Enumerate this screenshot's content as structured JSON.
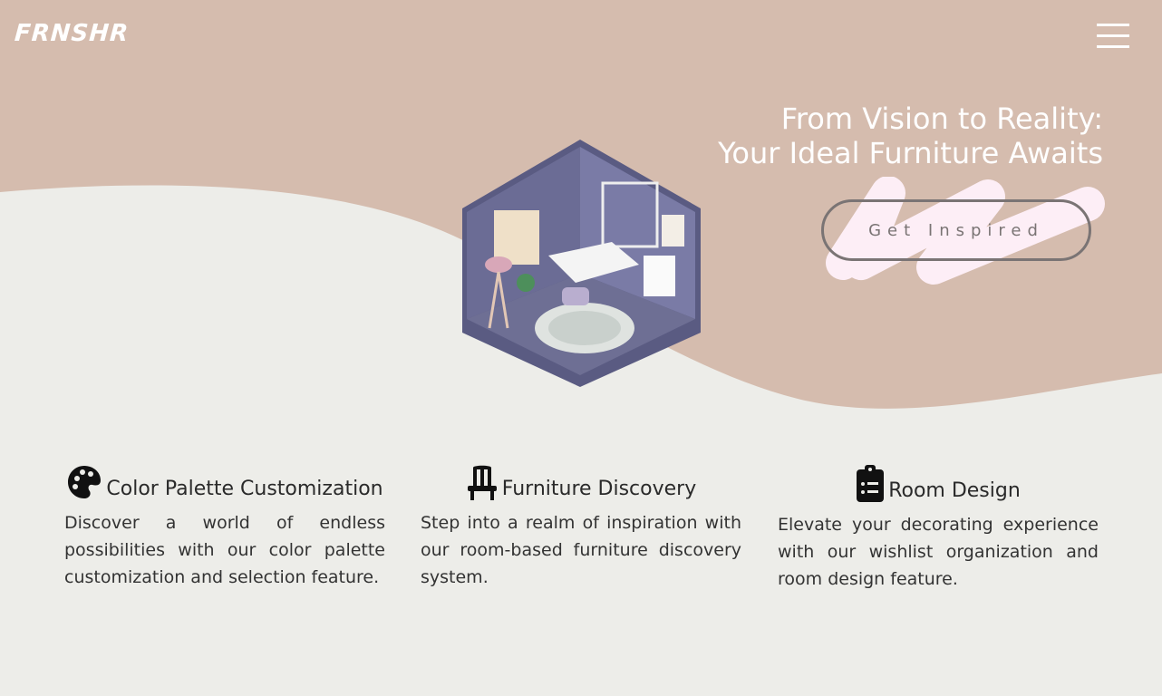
{
  "header": {
    "logo": "FRNSHR",
    "menu_icon": "hamburger-icon"
  },
  "hero": {
    "title_line1": "From Vision to Reality:",
    "title_line2": "Your Ideal Furniture Awaits",
    "cta_label": "Get Inspired"
  },
  "colors": {
    "tan": "#d5bcae",
    "background": "#edede9",
    "scribble": "#fdeef6",
    "button_border": "#7a7474"
  },
  "features": [
    {
      "icon": "palette-icon",
      "title": "Color Palette Customization",
      "text": "Discover a world of endless possibilities with our color palette customization and selection feature."
    },
    {
      "icon": "chair-icon",
      "title": "Furniture Discovery",
      "text": "Step into a realm of inspiration with our room-based furniture discovery system."
    },
    {
      "icon": "clipboard-list-icon",
      "title": "Room Design",
      "text": "Elevate your decorating experience with our wishlist organization and room design feature."
    }
  ]
}
